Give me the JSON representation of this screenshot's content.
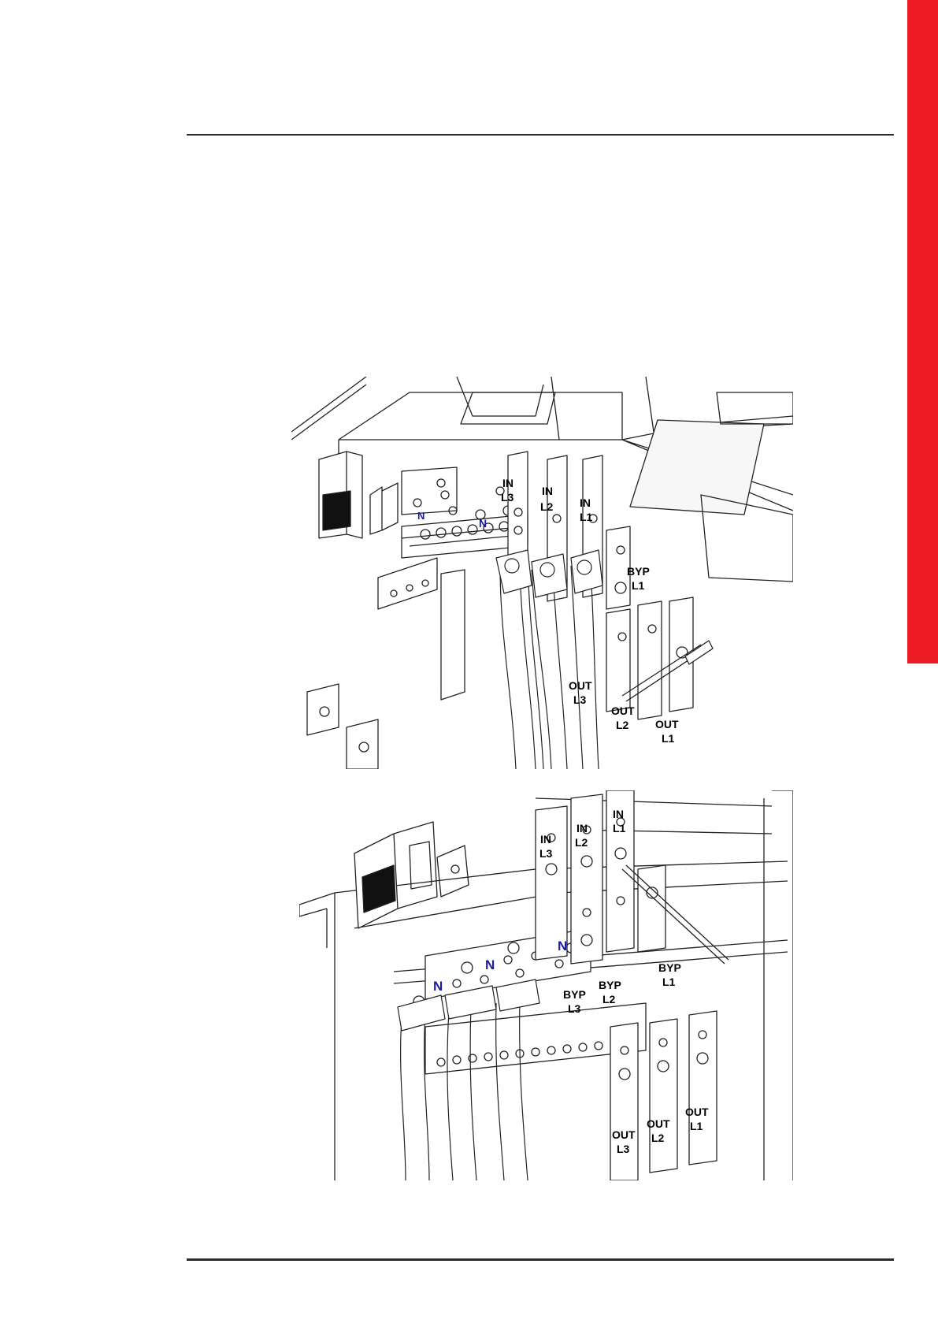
{
  "colors": {
    "accent_tab": "#ed1c24",
    "neutral_label": "#1a1aa6",
    "rule": "#2b2b2b",
    "line_art": "#222222"
  },
  "figure_top": {
    "labels": {
      "in_l3": [
        "IN",
        "L3"
      ],
      "in_l2": [
        "IN",
        "L2"
      ],
      "in_l1": [
        "IN",
        "L1"
      ],
      "byp_l1": [
        "BYP",
        "L1"
      ],
      "out_l3": [
        "OUT",
        "L3"
      ],
      "out_l2": [
        "OUT",
        "L2"
      ],
      "out_l1": [
        "OUT",
        "L1"
      ],
      "n1": "N",
      "n2": "N"
    }
  },
  "figure_bottom": {
    "labels": {
      "in_l3": [
        "IN",
        "L3"
      ],
      "in_l2": [
        "IN",
        "L2"
      ],
      "in_l1": [
        "IN",
        "L1"
      ],
      "byp_l3": [
        "BYP",
        "L3"
      ],
      "byp_l2": [
        "BYP",
        "L2"
      ],
      "byp_l1": [
        "BYP",
        "L1"
      ],
      "out_l3": [
        "OUT",
        "L3"
      ],
      "out_l2": [
        "OUT",
        "L2"
      ],
      "out_l1": [
        "OUT",
        "L1"
      ],
      "n1": "N",
      "n2": "N",
      "n3": "N"
    }
  }
}
